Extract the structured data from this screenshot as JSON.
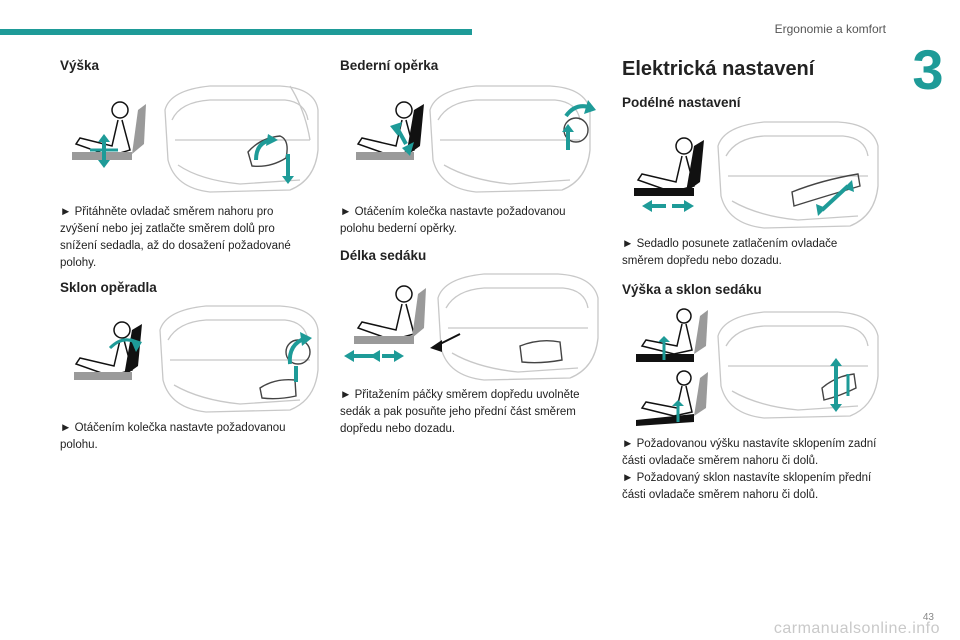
{
  "header": {
    "section": "Ergonomie a komfort",
    "chapter": "3"
  },
  "col1": {
    "h_height": "Výška",
    "p_height": "► Přitáhněte ovladač směrem nahoru pro zvýšení nebo jej zatlačte směrem dolů pro snížení sedadla, až do dosažení požadované polohy.",
    "h_back": "Sklon opěradla",
    "p_back": "► Otáčením kolečka nastavte požadovanou polohu."
  },
  "col2": {
    "h_lumbar": "Bederní opěrka",
    "p_lumbar": "► Otáčením kolečka nastavte požadovanou polohu bederní opěrky.",
    "h_length": "Délka sedáku",
    "p_length": "► Přitažením páčky směrem dopředu uvolněte sedák a pak posuňte jeho přední část směrem dopředu nebo dozadu."
  },
  "col3": {
    "h_electric": "Elektrická nastavení",
    "h_long": "Podélné nastavení",
    "p_long": "► Sedadlo posunete zatlačením ovladače směrem dopředu nebo dozadu.",
    "h_tilt": "Výška a sklon sedáku",
    "p_tilt1": "► Požadovanou výšku nastavíte sklopením zadní části ovladače směrem nahoru či dolů.",
    "p_tilt2": "► Požadovaný sklon nastavíte sklopením přední části ovladače směrem nahoru či dolů."
  },
  "footer": {
    "page": "43",
    "watermark": "carmanualsonline.info"
  },
  "colors": {
    "accent": "#1e9b98",
    "line": "#c8c8c8",
    "figure": "#111111"
  }
}
